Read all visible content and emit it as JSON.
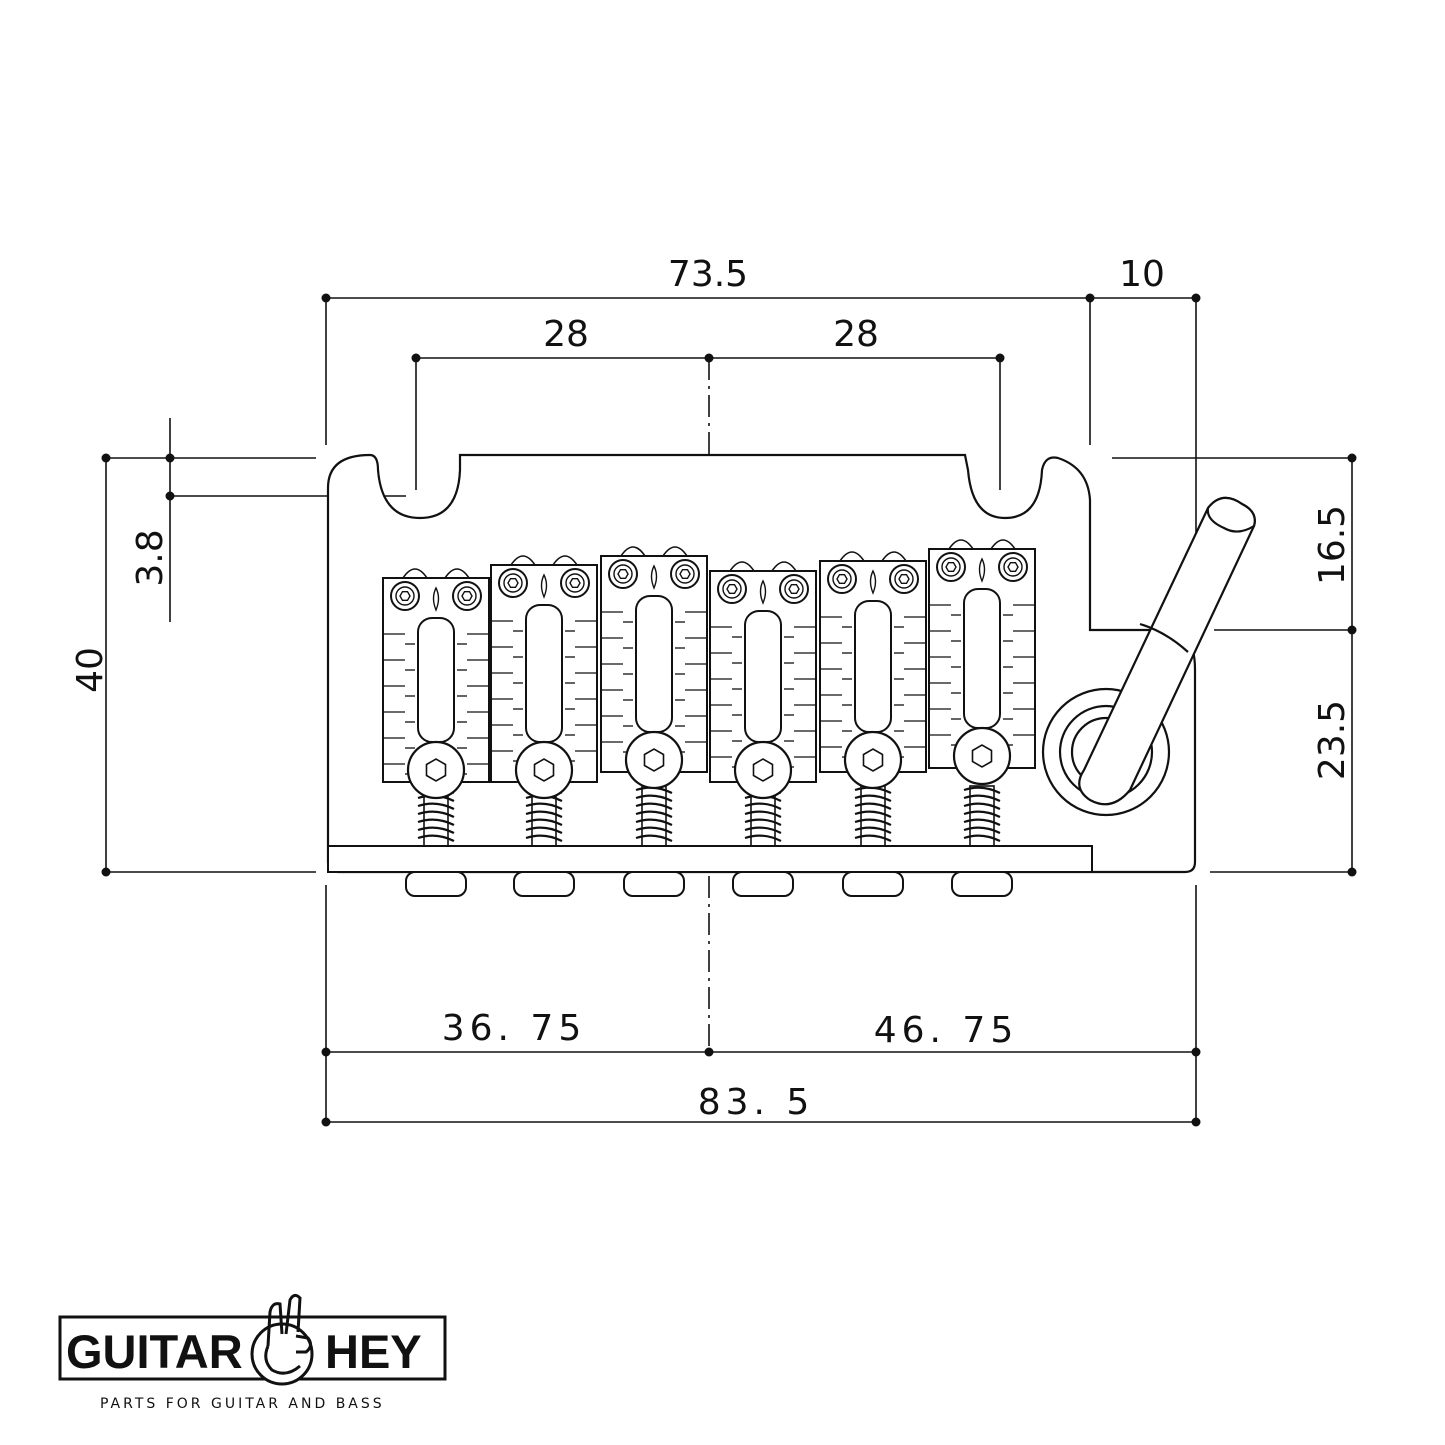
{
  "dimensions": {
    "top_overall": "73.5",
    "top_arm_offset": "10",
    "spacing_left": "28",
    "spacing_right": "28",
    "left_notch_depth": "3.8",
    "left_height": "40",
    "right_upper": "16.5",
    "right_lower": "23.5",
    "bottom_left": "36. 75",
    "bottom_right": "46. 75",
    "bottom_overall": "83. 5"
  },
  "brand": {
    "name_left": "GUITAR",
    "name_right": "HEY",
    "tagline": "PARTS FOR GUITAR AND BASS"
  },
  "colors": {
    "line": "#111111",
    "background": "#ffffff",
    "hardware_fill": "#ffffff"
  },
  "icons": {
    "logo_mark": "rock-hand-icon",
    "saddle_screw": "hex-screw-icon"
  }
}
